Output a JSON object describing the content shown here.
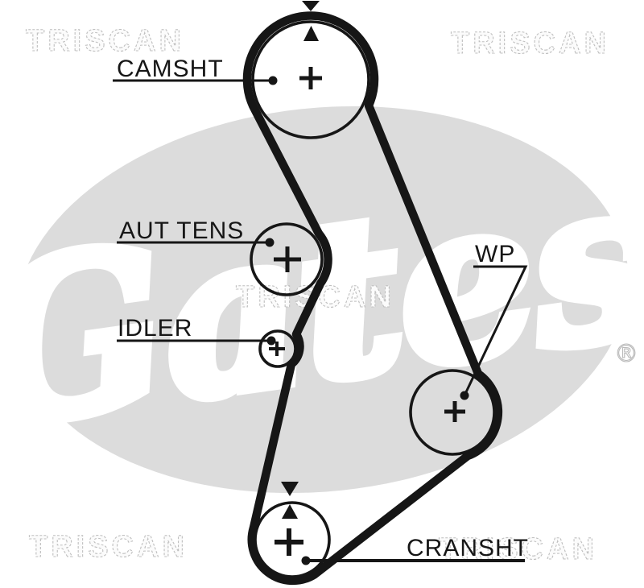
{
  "diagram": {
    "type": "timing-belt-routing-diagram",
    "brand_watermark": "TRISCAN",
    "logo_watermark": "Gates",
    "registered_symbol": "®",
    "pulleys": [
      {
        "id": "camshaft",
        "label": "CAMSHT",
        "timing_marks": true
      },
      {
        "id": "auto-tensioner",
        "label": "AUT TENS",
        "timing_marks": false
      },
      {
        "id": "idler",
        "label": "IDLER",
        "timing_marks": false
      },
      {
        "id": "water-pump",
        "label": "WP",
        "timing_marks": false
      },
      {
        "id": "crankshaft",
        "label": "CRANSHT",
        "timing_marks": true
      }
    ],
    "colors": {
      "line": "#161616",
      "watermark_oval": "#dcdcdc",
      "watermark_outline": "#bfbfbf"
    }
  }
}
